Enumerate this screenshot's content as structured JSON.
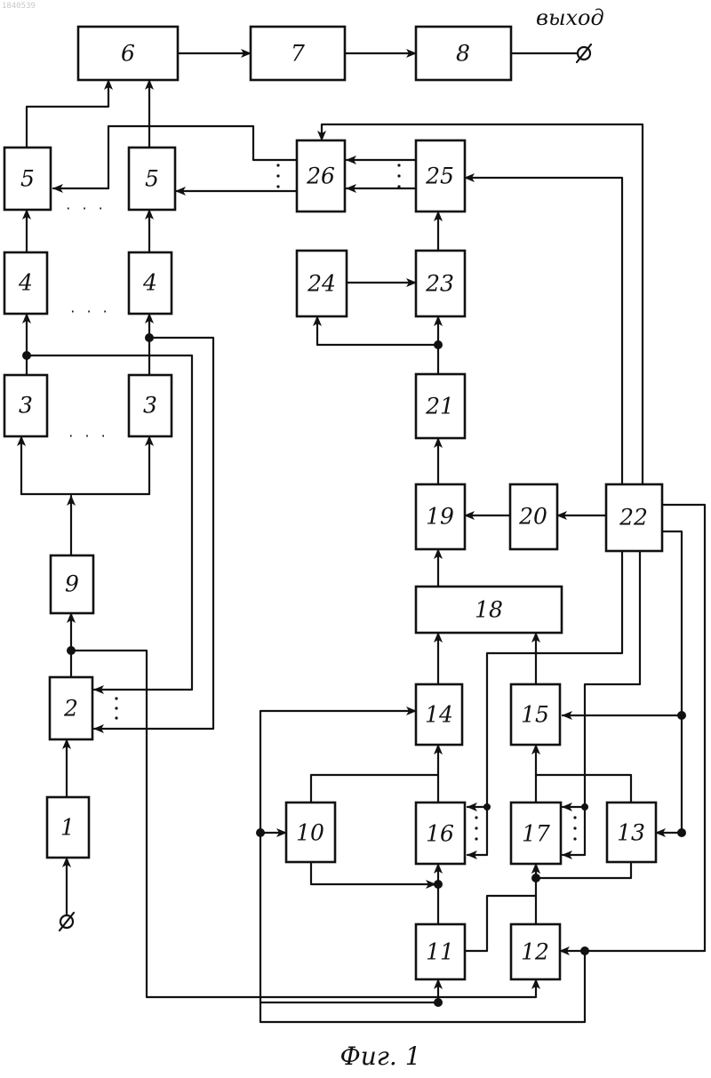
{
  "page": {
    "stamp": "1840539",
    "caption": "Фиг. 1",
    "output_label": "выход",
    "terminal_symbol": "Ø",
    "ellipsis": "· · ·"
  },
  "blocks": {
    "b1": "1",
    "b2": "2",
    "b3a": "3",
    "b3b": "3",
    "b4a": "4",
    "b4b": "4",
    "b5a": "5",
    "b5b": "5",
    "b6": "6",
    "b7": "7",
    "b8": "8",
    "b9": "9",
    "b10": "10",
    "b11": "11",
    "b12": "12",
    "b13": "13",
    "b14": "14",
    "b15": "15",
    "b16": "16",
    "b17": "17",
    "b18": "18",
    "b19": "19",
    "b20": "20",
    "b21": "21",
    "b22": "22",
    "b23": "23",
    "b24": "24",
    "b25": "25",
    "b26": "26"
  },
  "colors": {
    "ink": "#111111",
    "paper": "#ffffff"
  }
}
